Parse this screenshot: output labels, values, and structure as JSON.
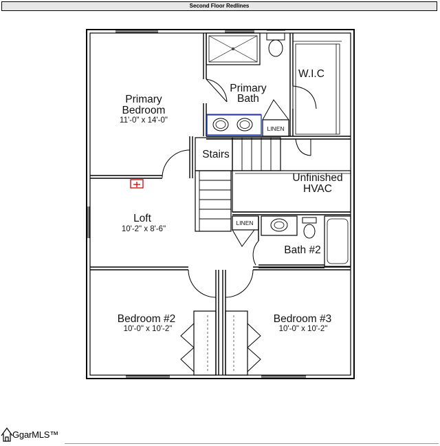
{
  "header": {
    "title": "Second Floor Redlines"
  },
  "rooms": {
    "primary_bedroom": {
      "name_line1": "Primary",
      "name_line2": "Bedroom",
      "dimensions": "11'-0\" x 14'-0\""
    },
    "primary_bath": {
      "name_line1": "Primary",
      "name_line2": "Bath"
    },
    "wic": {
      "name": "W.I.C"
    },
    "linen_top": {
      "name": "LINEN"
    },
    "stairs": {
      "name": "Stairs"
    },
    "unfinished": {
      "name_line1": "Unfinished",
      "name_line2": "HVAC"
    },
    "loft": {
      "name": "Loft",
      "dimensions": "10'-2\" x 8'-6\""
    },
    "linen_mid": {
      "name": "LINEN"
    },
    "bath2": {
      "name": "Bath #2"
    },
    "bedroom2": {
      "name": "Bedroom #2",
      "dimensions": "10'-0\" x 10'-2\""
    },
    "bedroom3": {
      "name": "Bedroom #3",
      "dimensions": "10'-0\" x 10'-2\""
    }
  },
  "footer": {
    "logo_text": "GgarMLS™"
  },
  "colors": {
    "walls": "#000000",
    "redline": "#d40000",
    "vanity": "#1a3fcf",
    "title_bg": "#e8e8e8"
  }
}
